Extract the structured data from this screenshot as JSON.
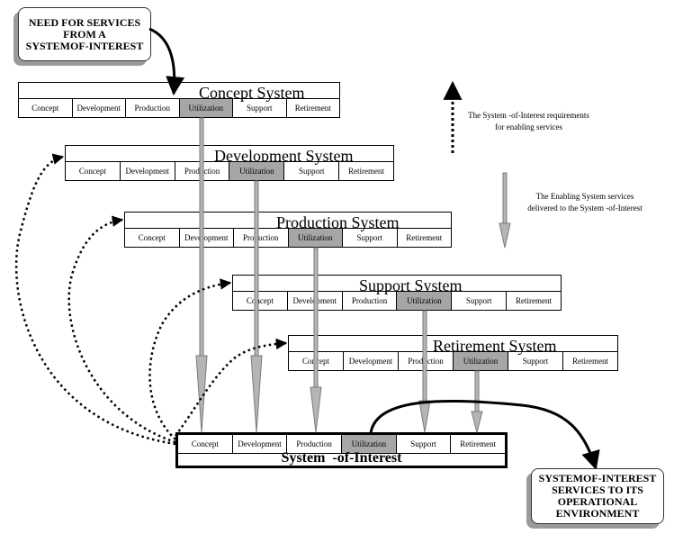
{
  "callouts": {
    "need": "NEED FOR SERVICES\nFROM A\nSYSTEMOF-INTEREST",
    "services": "SYSTEMOF-INTEREST\nSERVICES TO ITS\nOPERATIONAL\nENVIRONMENT"
  },
  "notes": {
    "requirements": "The System  -of-Interest requirements\nfor enabling services",
    "enabling": "The Enabling System services\ndelivered to the System    -of-Interest"
  },
  "stages": [
    "Concept",
    "Development",
    "Production",
    "Utilization",
    "Support",
    "Retirement"
  ],
  "systems": [
    {
      "title": "Concept System"
    },
    {
      "title": "Development System"
    },
    {
      "title": "Production System"
    },
    {
      "title": "Support System"
    },
    {
      "title": "Retirement System"
    }
  ],
  "soi": {
    "title": "System  -of-Interest"
  },
  "colors": {
    "utilization_fill": "#a6a6a6",
    "arrow_shaft": "#a0a0a0"
  }
}
